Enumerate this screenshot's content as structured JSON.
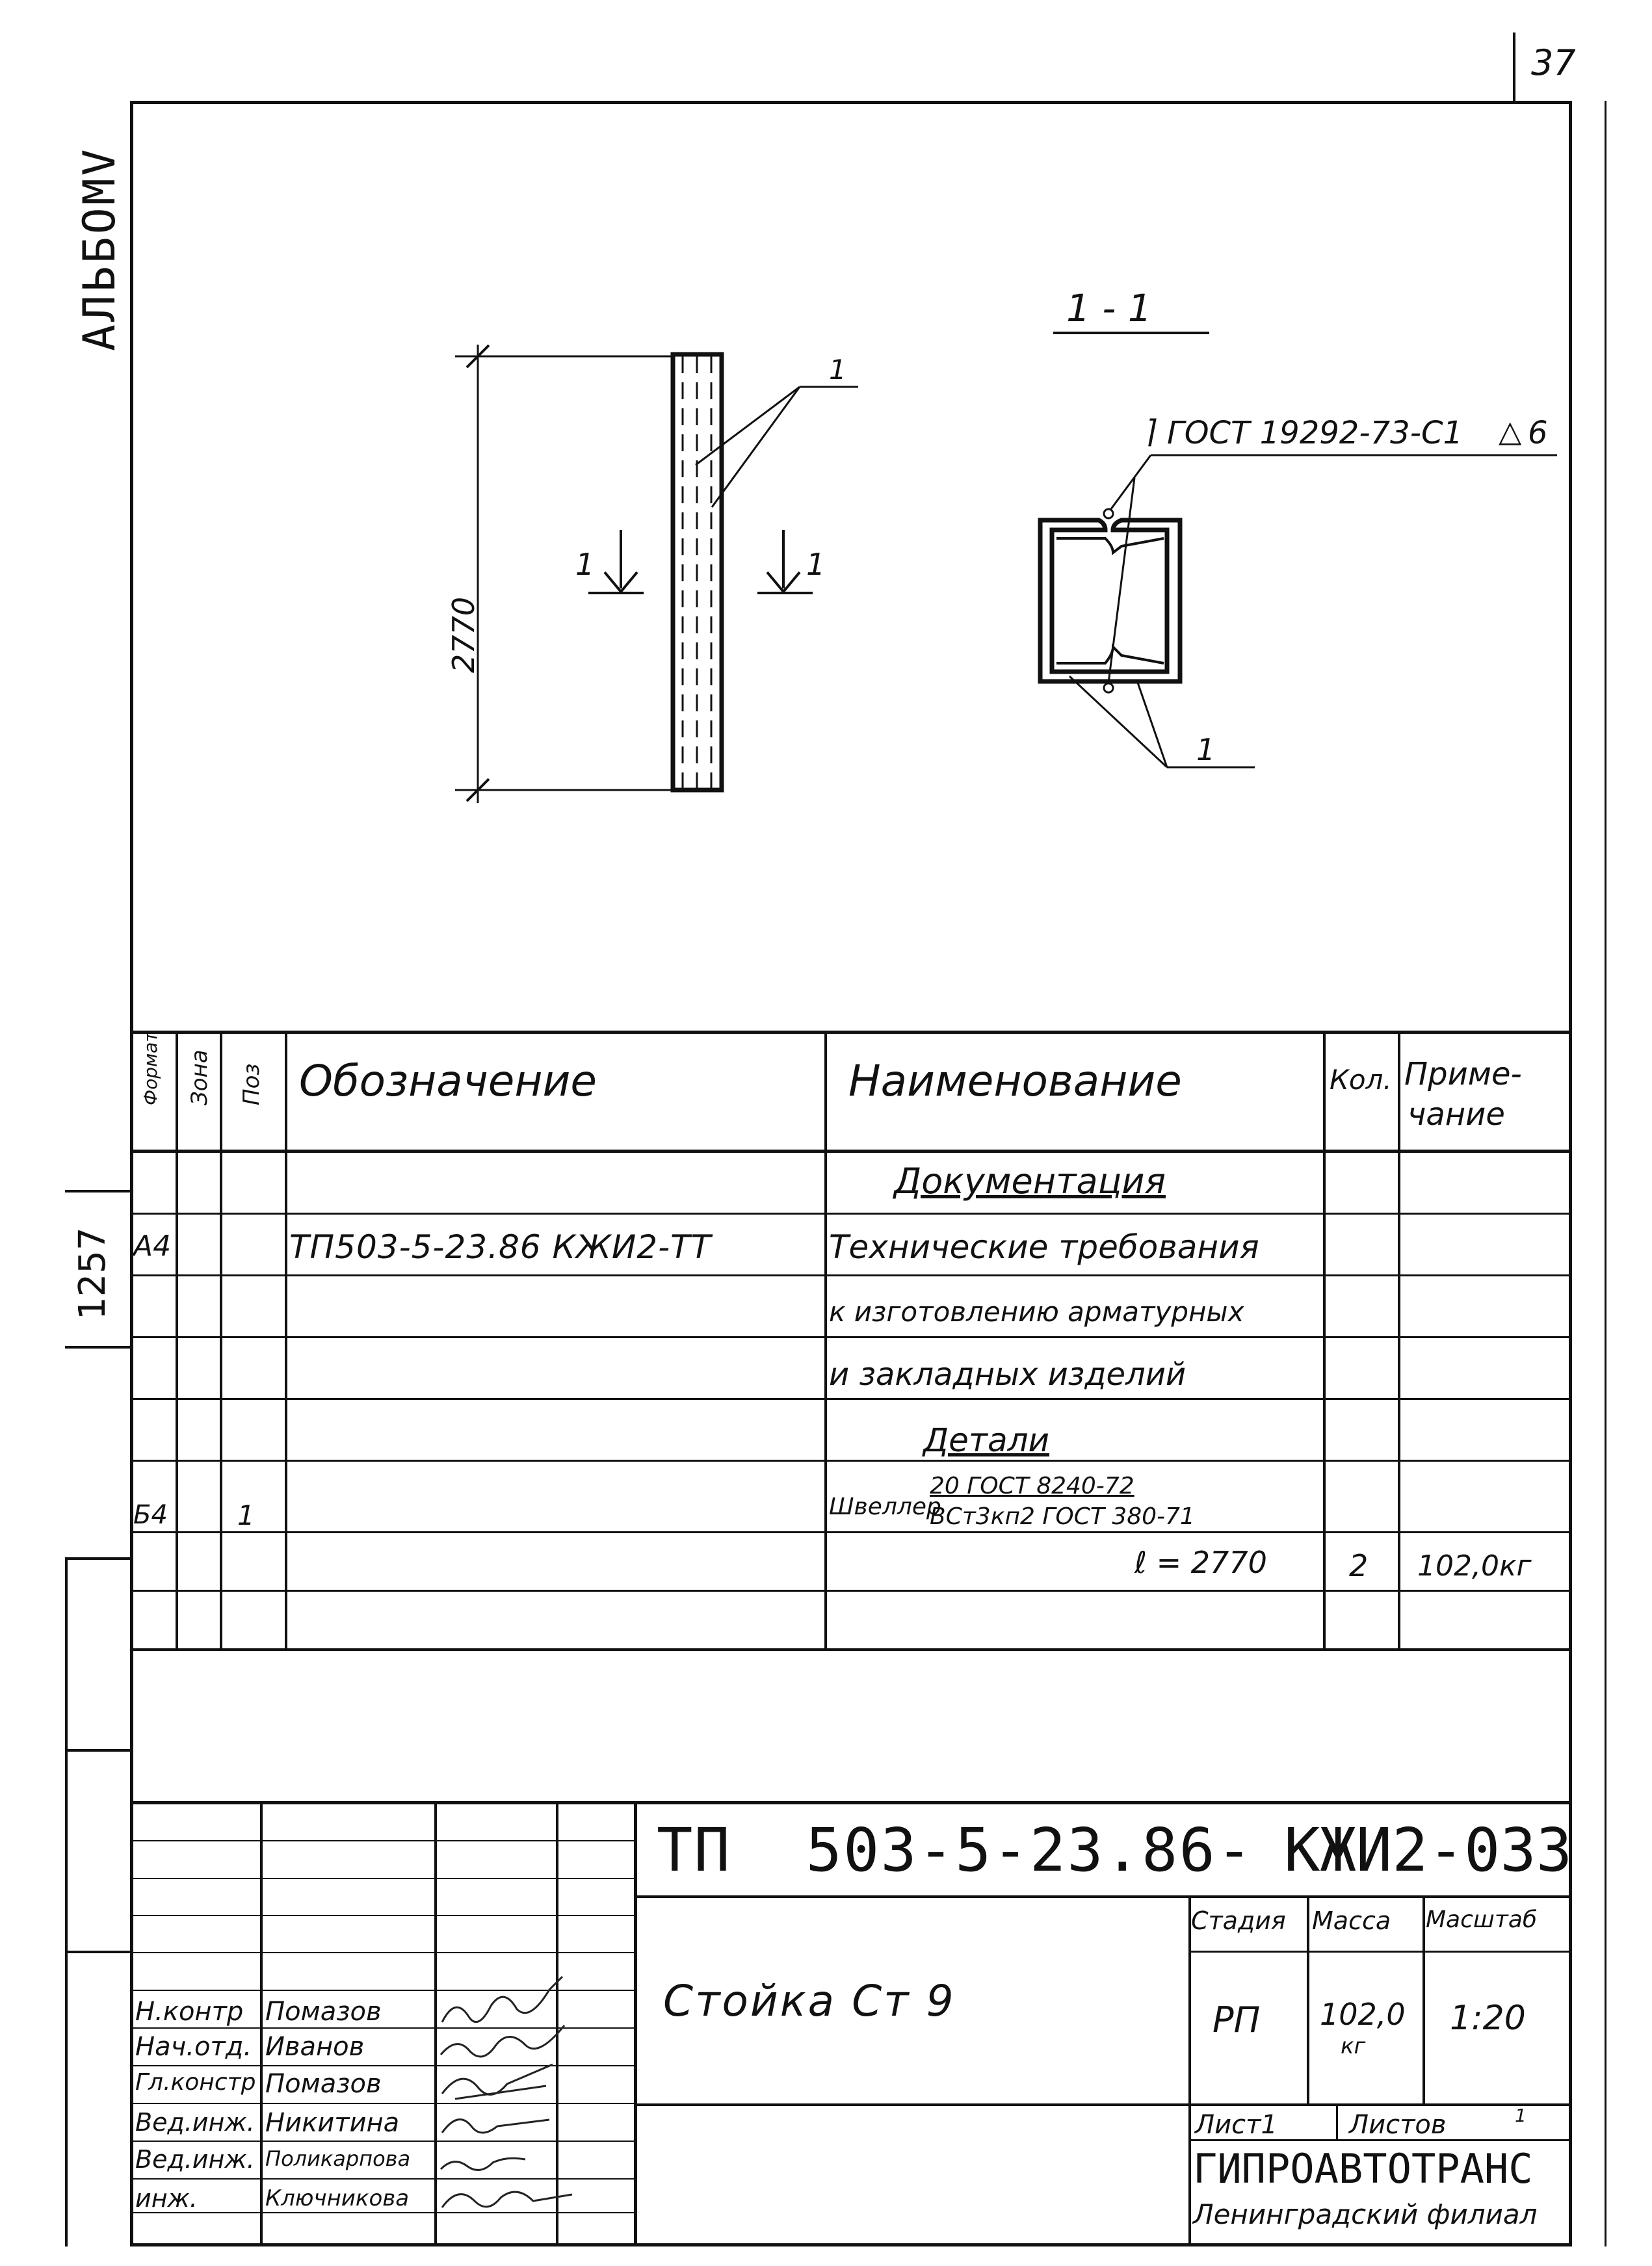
{
  "page_number": "37",
  "side_text_top": "АЛЬБОМV",
  "side_text_mid": "1257",
  "drawing": {
    "dimension": "2770",
    "elev_pos": "1",
    "section_mark_left": "1",
    "section_mark_right": "1",
    "section_title": "1 - 1",
    "weld_note": "ГОСТ 19292-73-С1",
    "weld_size": "6",
    "section_pos": "1"
  },
  "spec": {
    "headers": {
      "format": "Формат",
      "zone": "Зона",
      "pos": "Поз",
      "designation": "Обозначение",
      "name": "Наименование",
      "qty": "Кол.",
      "note_line1": "Приме-",
      "note_line2": "чание"
    },
    "rows": {
      "doc_section": "Документация",
      "doc_format": "А4",
      "doc_designation": "ТП503-5-23.86 КЖИ2-ТТ",
      "doc_name_1": "Технические требования",
      "doc_name_2": "к изготовлению арматурных",
      "doc_name_3": "и закладных изделий",
      "details_section": "Детали",
      "det_format": "Б4",
      "det_pos": "1",
      "det_name_prefix": "Швеллер",
      "det_name_num": "20 ГОСТ 8240-72",
      "det_name_den": "ВСт3кп2 ГОСТ 380-71",
      "det_length": "ℓ = 2770",
      "det_qty": "2",
      "det_note": "102,0кг"
    }
  },
  "title_block": {
    "document_code_left": "ТП  503-5-23.86-",
    "document_code_right": "КЖИ2-033",
    "title": "Стойка Ст 9",
    "stage_label": "Стадия",
    "mass_label": "Масса",
    "scale_label": "Масштаб",
    "stage": "РП",
    "mass": "102,0",
    "mass_unit": "кг",
    "scale": "1:20",
    "sheet": "Лист1",
    "sheets": "Листов",
    "sheets_mark": "1",
    "org": "ГИПРОАВТОТРАНС",
    "org_branch": "Ленинградский филиал",
    "signers": [
      {
        "role": "Н.контр",
        "name": "Помазов"
      },
      {
        "role": "Нач.отд.",
        "name": "Иванов"
      },
      {
        "role": "Гл.констр",
        "name": "Помазов"
      },
      {
        "role": "Вед.инж.",
        "name": "Никитина"
      },
      {
        "role": "Вед.инж.",
        "name": "Поликарпова"
      },
      {
        "role": "инж.",
        "name": "Ключникова"
      }
    ]
  }
}
